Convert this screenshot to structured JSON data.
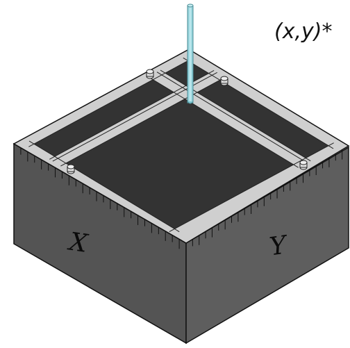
{
  "diagram": {
    "coordinate_label": "(x,y)*",
    "face_label_left": "X",
    "face_label_right": "Y"
  },
  "colors": {
    "background": "#ffffff",
    "top_dark": "#333333",
    "top_rail": "#cfcfcf",
    "left_face": "#545454",
    "right_face": "#5e5e5e",
    "pillar": "#a9dde4",
    "outline": "#111111"
  }
}
